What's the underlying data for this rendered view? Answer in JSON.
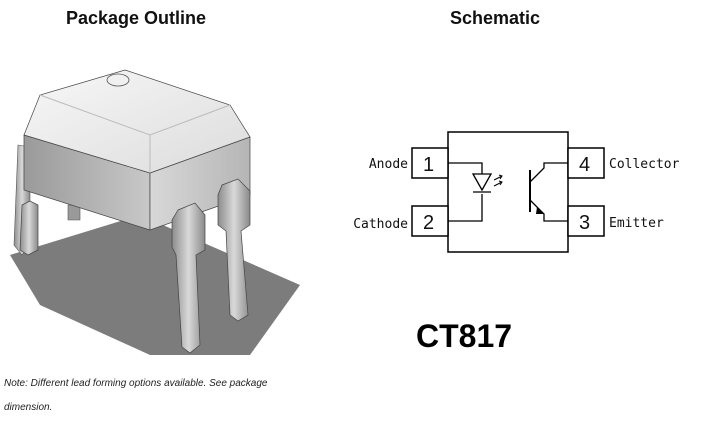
{
  "headings": {
    "package": "Package Outline",
    "schematic": "Schematic"
  },
  "schematic": {
    "pins": [
      {
        "number": "1",
        "label": "Anode"
      },
      {
        "number": "2",
        "label": "Cathode"
      },
      {
        "number": "4",
        "label": "Collector"
      },
      {
        "number": "3",
        "label": "Emitter"
      }
    ]
  },
  "part_number": "CT817",
  "note": "Note: Different lead forming options available. See package dimension."
}
